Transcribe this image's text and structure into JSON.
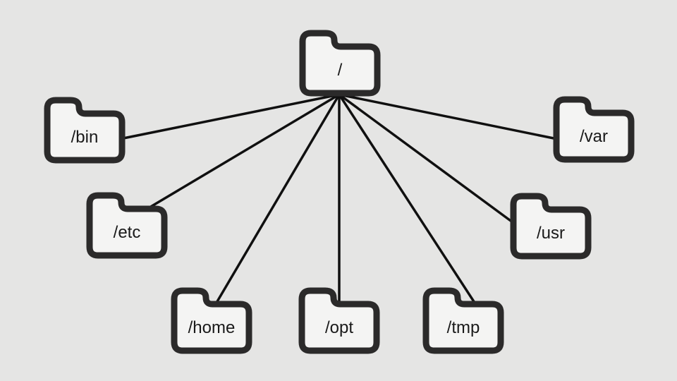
{
  "diagram_type": "tree",
  "style": {
    "background": "#e5e5e4",
    "folder_outline": "#2b2a2a",
    "folder_fill": "#f4f4f3",
    "edge_color": "#101010",
    "text_color": "#1a1a1a"
  },
  "nodes": [
    {
      "id": "root",
      "label": "/"
    },
    {
      "id": "bin",
      "label": "/bin"
    },
    {
      "id": "etc",
      "label": "/etc"
    },
    {
      "id": "home",
      "label": "/home"
    },
    {
      "id": "opt",
      "label": "/opt"
    },
    {
      "id": "tmp",
      "label": "/tmp"
    },
    {
      "id": "usr",
      "label": "/usr"
    },
    {
      "id": "var",
      "label": "/var"
    }
  ],
  "edges": [
    {
      "from": "/",
      "to": "/bin"
    },
    {
      "from": "/",
      "to": "/etc"
    },
    {
      "from": "/",
      "to": "/home"
    },
    {
      "from": "/",
      "to": "/opt"
    },
    {
      "from": "/",
      "to": "/tmp"
    },
    {
      "from": "/",
      "to": "/usr"
    },
    {
      "from": "/",
      "to": "/var"
    }
  ]
}
